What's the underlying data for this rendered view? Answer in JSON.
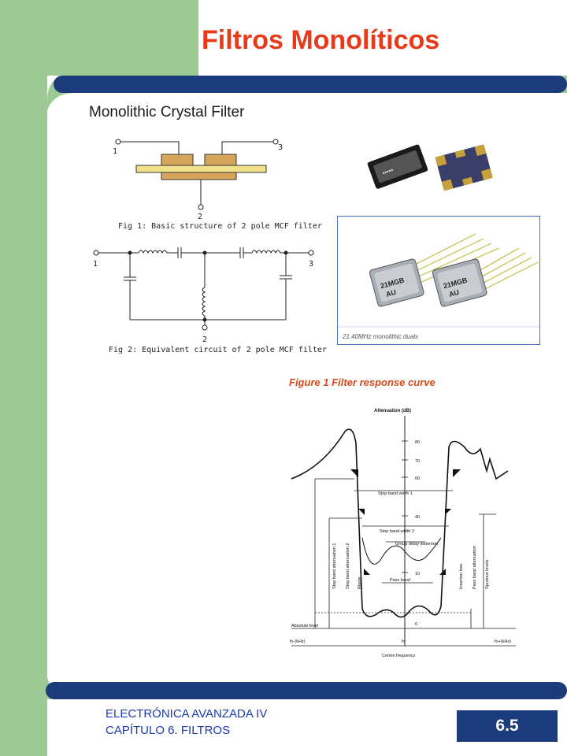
{
  "slide": {
    "title": "Filtros Monolíticos",
    "subtitle": "Monolithic Crystal Filter",
    "page_number": "6.5",
    "footer_line1": "ELECTRÓNICA AVANZADA IV",
    "footer_line2": "CAPÍTULO 6. FILTROS"
  },
  "fig1": {
    "caption": "Fig 1: Basic structure of 2 pole MCF filter",
    "pin1": "1",
    "pin2": "2",
    "pin3": "3"
  },
  "fig2": {
    "caption": "Fig 2: Equivalent circuit of 2 pole MCF filter",
    "pin1": "1",
    "pin2": "2",
    "pin3": "3"
  },
  "photo": {
    "caption": "21.40MHz monolithic duals",
    "chip_label_1": "21MGB",
    "chip_label_1b": "AU",
    "chip_label_2": "21MGB",
    "chip_label_2b": "AU"
  },
  "response": {
    "figure_title": "Figure 1 Filter response curve",
    "y_axis_title": "Attenuation (dB)",
    "y_ticks": [
      "80",
      "70",
      "60",
      "40",
      "10",
      "0"
    ],
    "stop_band_width_1": "Stop band width 1",
    "stop_band_width_2": "Stop band width 2",
    "group_delay": "Group delay distortion",
    "pass_band": "Pass band",
    "absolute_level": "Absolute level",
    "stop_band_att_1": "Stop band attenuation 1",
    "stop_band_att_2": "Stop band attenuation 2",
    "ripple": "Ripple",
    "insertion_loss": "Insertion loss",
    "pass_band_att": "Pass band attenuation",
    "spurious": "Spurious levels",
    "x_left": "fo-(kHz)",
    "x_center": "fo",
    "x_right": "fo+(kHz)",
    "x_title": "Centre frequency"
  }
}
